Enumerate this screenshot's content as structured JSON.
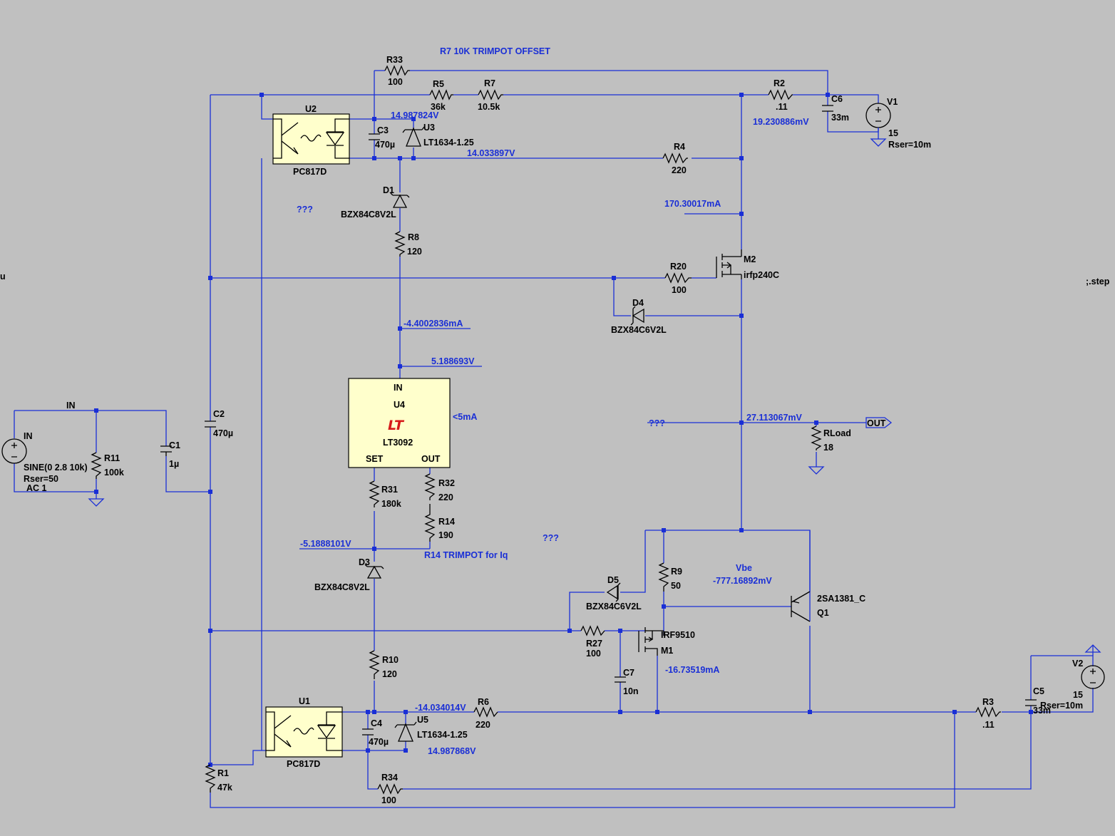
{
  "components": {
    "R33": {
      "ref": "R33",
      "value": "100"
    },
    "R5": {
      "ref": "R5",
      "value": "36k"
    },
    "R7": {
      "ref": "R7",
      "value": "10.5k"
    },
    "R2": {
      "ref": "R2",
      "value": ".11"
    },
    "C6": {
      "ref": "C6",
      "value": "33m"
    },
    "V1": {
      "ref": "V1",
      "value": "15",
      "extra": "Rser=10m"
    },
    "U2": {
      "ref": "U2",
      "value": "PC817D"
    },
    "C3": {
      "ref": "C3",
      "value": "470µ"
    },
    "U3": {
      "ref": "U3",
      "value": "LT1634-1.25"
    },
    "R4": {
      "ref": "R4",
      "value": "220"
    },
    "D1": {
      "ref": "D1",
      "value": "BZX84C8V2L"
    },
    "R8": {
      "ref": "R8",
      "value": "120"
    },
    "M2": {
      "ref": "M2",
      "value": "irfp240C"
    },
    "R20": {
      "ref": "R20",
      "value": "100"
    },
    "D4": {
      "ref": "D4",
      "value": "BZX84C6V2L"
    },
    "U4": {
      "ref": "U4",
      "value": "LT3092",
      "pin_in": "IN",
      "pin_set": "SET",
      "pin_out": "OUT",
      "logo": "LT"
    },
    "VIN": {
      "ref": "IN",
      "value": "SINE(0 2.8 10k)",
      "extra1": "Rser=50",
      "extra2": "AC 1"
    },
    "R11": {
      "ref": "R11",
      "value": "100k"
    },
    "C1": {
      "ref": "C1",
      "value": "1µ"
    },
    "C2": {
      "ref": "C2",
      "value": "470µ"
    },
    "RLoad": {
      "ref": "RLoad",
      "value": "18"
    },
    "R31": {
      "ref": "R31",
      "value": "180k"
    },
    "R32": {
      "ref": "R32",
      "value": "220"
    },
    "R14": {
      "ref": "R14",
      "value": "190"
    },
    "D3": {
      "ref": "D3",
      "value": "BZX84C8V2L"
    },
    "D5": {
      "ref": "D5",
      "value": "BZX84C6V2L"
    },
    "R9": {
      "ref": "R9",
      "value": "50"
    },
    "Q1": {
      "ref": "Q1",
      "value": "2SA1381_C"
    },
    "R27": {
      "ref": "R27",
      "value": "100"
    },
    "M1": {
      "ref": "M1",
      "value": "IRF9510"
    },
    "C7": {
      "ref": "C7",
      "value": "10n"
    },
    "R10": {
      "ref": "R10",
      "value": "120"
    },
    "U1": {
      "ref": "U1",
      "value": "PC817D"
    },
    "C4": {
      "ref": "C4",
      "value": "470µ"
    },
    "U5": {
      "ref": "U5",
      "value": "LT1634-1.25"
    },
    "R6": {
      "ref": "R6",
      "value": "220"
    },
    "R3": {
      "ref": "R3",
      "value": ".11"
    },
    "C5": {
      "ref": "C5",
      "value": "33m"
    },
    "V2": {
      "ref": "V2",
      "value": "15",
      "extra": "Rser=10m"
    },
    "R1": {
      "ref": "R1",
      "value": "47k"
    },
    "R34": {
      "ref": "R34",
      "value": "100"
    }
  },
  "annotations": {
    "r7_note": "R7 10K TRIMPOT OFFSET",
    "r14_note": "R14 TRIMPOT for Iq",
    "vbe_label": "Vbe",
    "ilimit": "<5mA",
    "step": ";.step",
    "unknown": "???",
    "in_net": "IN",
    "out_net": "OUT",
    "left_edge": "u"
  },
  "readouts": {
    "v_u3": "14.987824V",
    "v_r2": "19.230886mV",
    "v_ref_top": "14.033897V",
    "i_m2": "170.30017mA",
    "i_r8": "-4.4002836mA",
    "v_u4_in": "5.188693V",
    "v_out": "27.113067mV",
    "v_set": "-5.1888101V",
    "vbe": "-777.16892mV",
    "i_m1": "-16.73519mA",
    "v_r6": "-14.034014V",
    "v_u5": "14.987868V"
  }
}
